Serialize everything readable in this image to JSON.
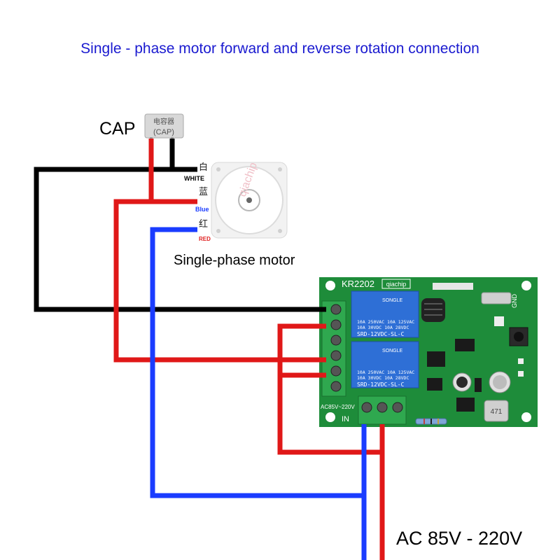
{
  "title": "Single - phase motor forward and reverse rotation connection",
  "capacitor": {
    "label": "CAP",
    "chip_cn": "电容器",
    "chip_en": "(CAP)"
  },
  "motor": {
    "label": "Single-phase motor",
    "brand": "qiachip",
    "pins": [
      {
        "glyph": "白",
        "label": "WHITE",
        "color": "#000000"
      },
      {
        "glyph": "蓝",
        "label": "Blue",
        "color": "#1a3cff"
      },
      {
        "glyph": "红",
        "label": "RED",
        "color": "#e02020"
      }
    ]
  },
  "board": {
    "model": "KR2202",
    "brand": "qiachip",
    "gnd": "GND",
    "input_label": "AC85V~220V",
    "in_label": "IN",
    "coil_label": "471",
    "relay": {
      "brand": "SONGLE",
      "spec1": "10A 250VAC  10A 125VAC",
      "spec2": "10A  30VDC  10A  28VDC",
      "part": "SRD-12VDC-SL-C"
    }
  },
  "supply": {
    "label": "AC 85V - 220V"
  },
  "colors": {
    "title": "#1a1ad0",
    "wire_black": "#000000",
    "wire_red": "#e01818",
    "wire_blue": "#1a3cff",
    "pcb": "#1e8c3a",
    "relay": "#2e6fd6",
    "terminal": "#2fa84f"
  }
}
